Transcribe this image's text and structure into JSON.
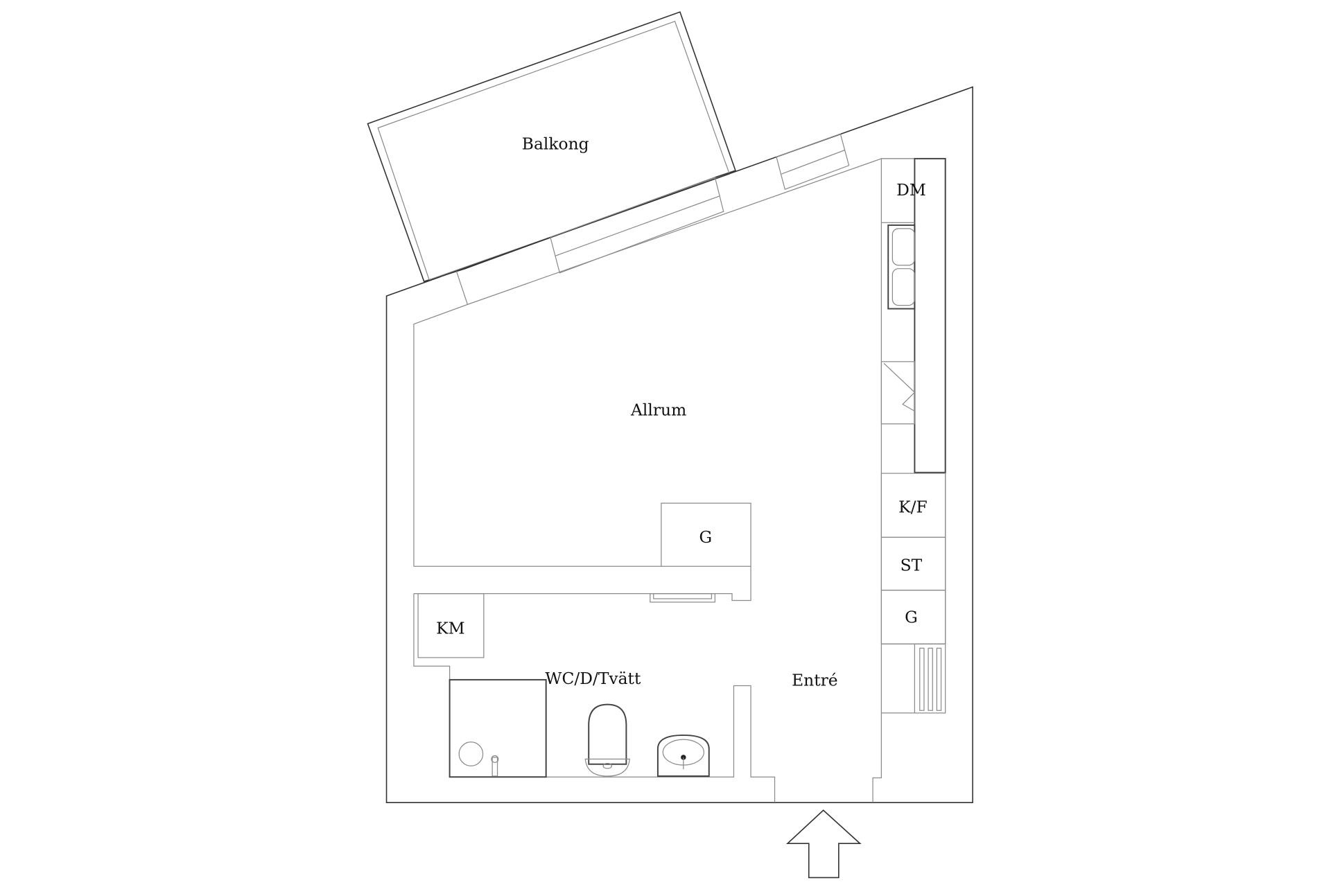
{
  "rooms": {
    "balcony": "Balkong",
    "living": "Allrum",
    "bathroom": "WC/D/Tvätt",
    "entrance": "Entré"
  },
  "fixtures": {
    "dishwasher": "DM",
    "wardrobe_living": "G",
    "fridge_freezer": "K/F",
    "storage": "ST",
    "wardrobe_entrance": "G",
    "washing_machine": "KM"
  }
}
